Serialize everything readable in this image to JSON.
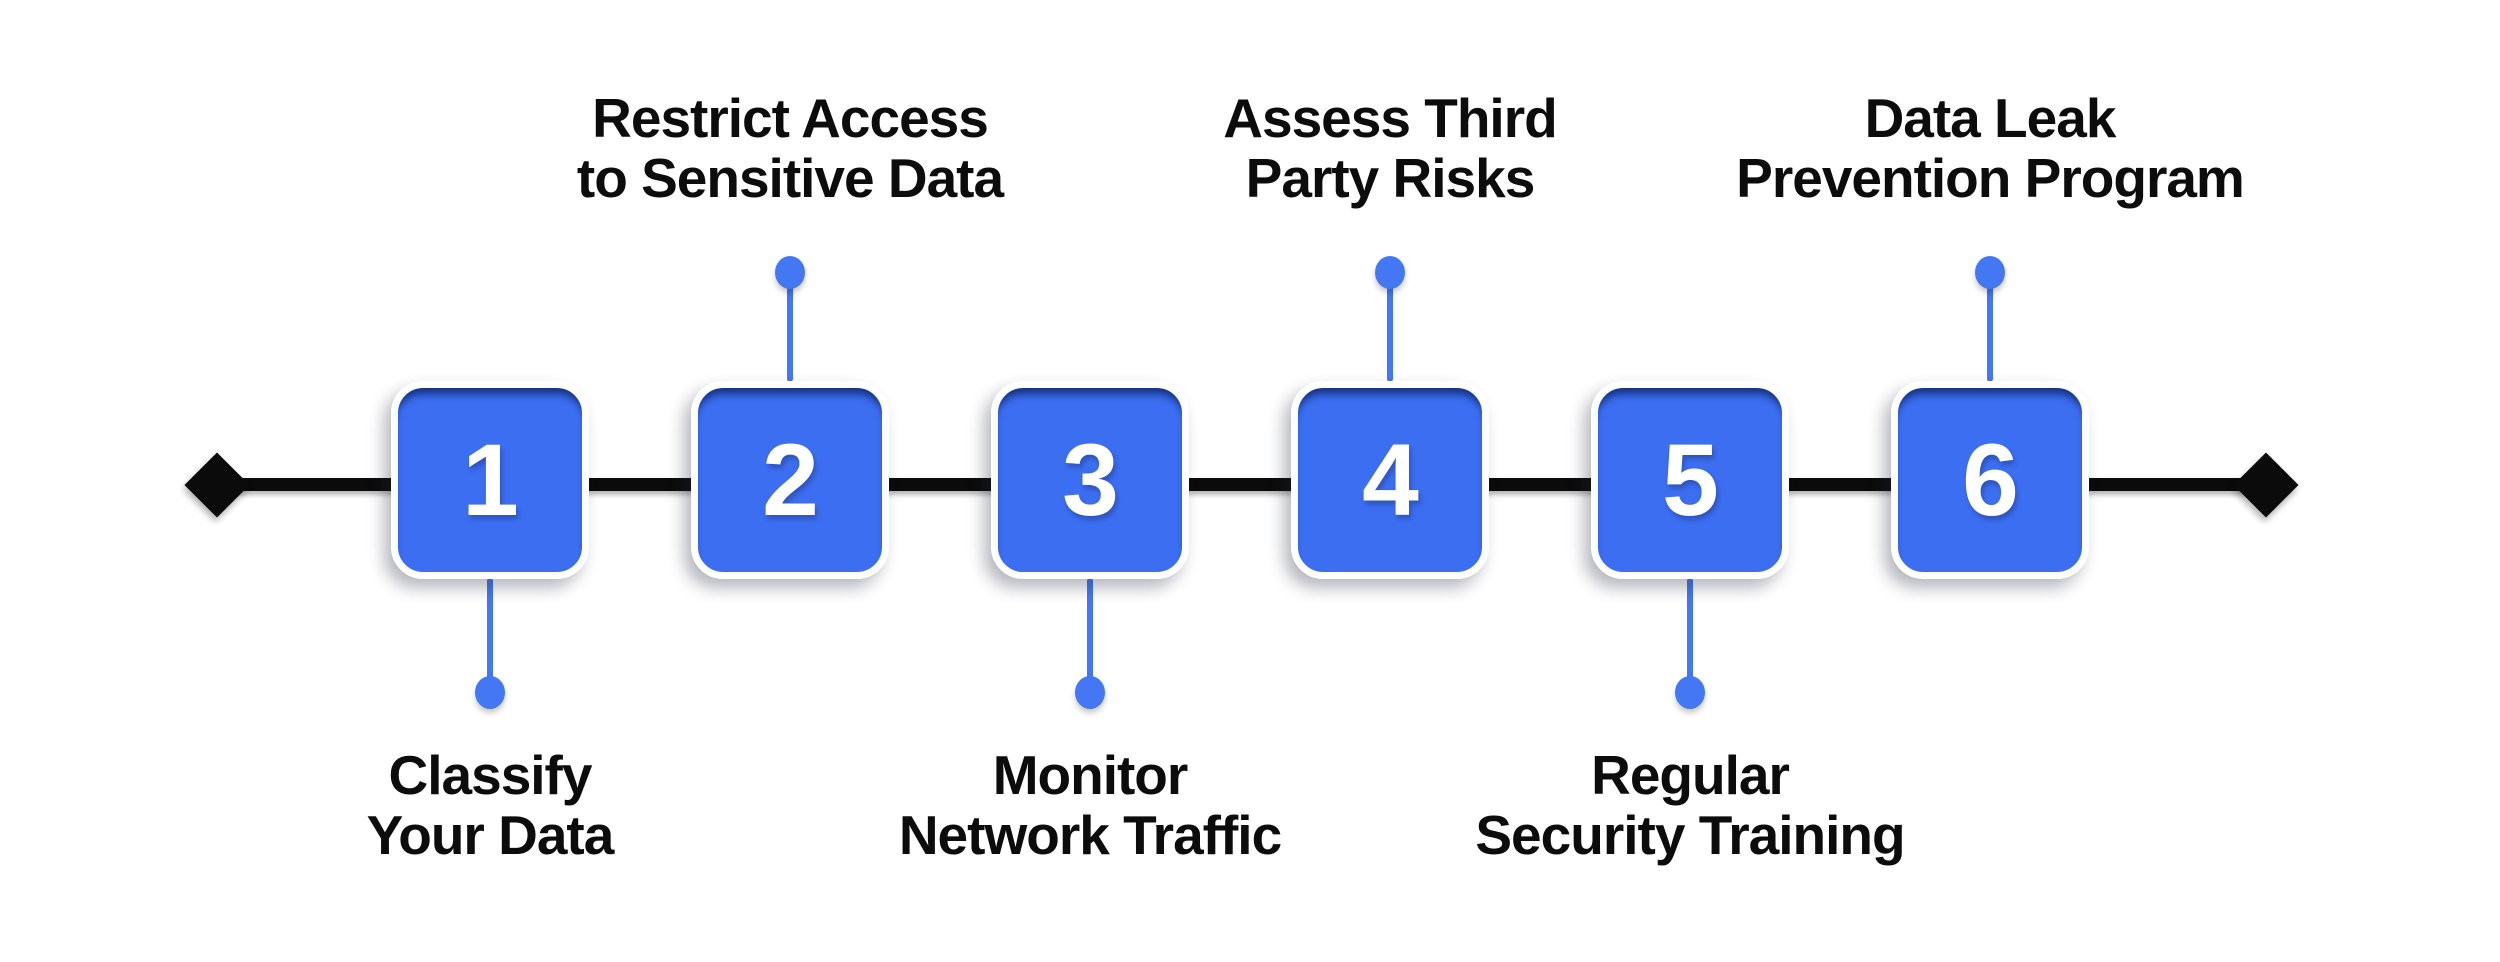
{
  "diagram": {
    "type": "horizontal-step-timeline",
    "background_color": "#ffffff",
    "node_color": "#3c6ef2",
    "node_inner_shadow_color": "#11286c",
    "connector_color": "#4477f4",
    "line_color": "#0b0b0b",
    "label_color": "#0c0c0c",
    "steps": [
      {
        "number": "1",
        "label_line1": "Classify",
        "label_line2": "Your Data",
        "label_position": "below"
      },
      {
        "number": "2",
        "label_line1": "Restrict Access",
        "label_line2": "to Sensitive Data",
        "label_position": "above"
      },
      {
        "number": "3",
        "label_line1": "Monitor",
        "label_line2": "Network Traffic",
        "label_position": "below"
      },
      {
        "number": "4",
        "label_line1": "Assess Third",
        "label_line2": "Party Risks",
        "label_position": "above"
      },
      {
        "number": "5",
        "label_line1": "Regular",
        "label_line2": "Security Training",
        "label_position": "below"
      },
      {
        "number": "6",
        "label_line1": "Data Leak",
        "label_line2": "Prevention Program",
        "label_position": "above"
      }
    ]
  }
}
